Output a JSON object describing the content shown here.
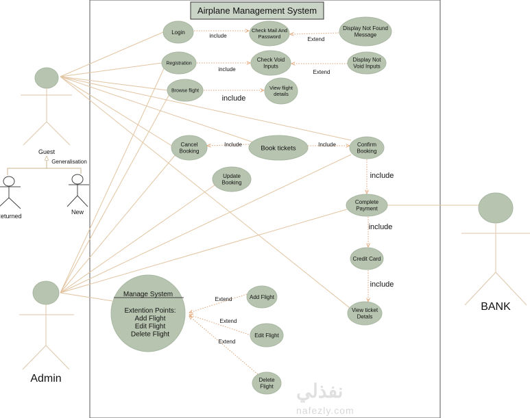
{
  "title": "Airplane Management System",
  "actors": {
    "guest": "Guest",
    "returned": "Returned",
    "new": "New",
    "admin": "Admin",
    "bank": "BANK",
    "generalisation": "Generalisation"
  },
  "use_cases": {
    "login": [
      "Login"
    ],
    "check_mail": [
      "Check Mail And",
      "Password"
    ],
    "not_found": [
      "Display Not Found",
      "Message"
    ],
    "registration": [
      "Registration"
    ],
    "check_void": [
      "Check Void",
      "Inputs"
    ],
    "not_void": [
      "Display Not",
      "Void Inputs"
    ],
    "browse": [
      "Browse flight"
    ],
    "view_flight": [
      "View flight",
      "details"
    ],
    "cancel": [
      "Cancel",
      "Booking"
    ],
    "book": [
      "Book tickets"
    ],
    "confirm": [
      "Confirm",
      "Booking"
    ],
    "update": [
      "Update",
      "Booking"
    ],
    "payment": [
      "Complete",
      "Payment"
    ],
    "credit": [
      "Credit Card"
    ],
    "view_ticket": [
      "View ticket",
      "Detals"
    ],
    "add_flight": [
      "Add Flight"
    ],
    "edit_flight": [
      "Edit Flight"
    ],
    "delete_flight": [
      "Delete",
      "Flight"
    ]
  },
  "manage_system": {
    "name": "Manage System",
    "lines": [
      "Extention Points:",
      "Add Flight",
      "Edit Flight",
      "Delete Flight"
    ]
  },
  "relations": {
    "login_include": "include",
    "login_extend": "Extend",
    "reg_include": "include",
    "reg_extend": "Extend",
    "browse_include": "include",
    "cancel_include": "Include",
    "confirm_include": "Include",
    "payment_include": "include",
    "credit_include": "include",
    "ticket_include": "include",
    "add_extend": "Extend",
    "edit_extend": "Extend",
    "delete_extend": "Extend"
  },
  "watermark": "nafezly.com",
  "watermark_ar": "نفذلي",
  "colors": {
    "usecase": "#b7c4b0",
    "line": "#e2c4a0",
    "dependency": "#e0a070"
  }
}
